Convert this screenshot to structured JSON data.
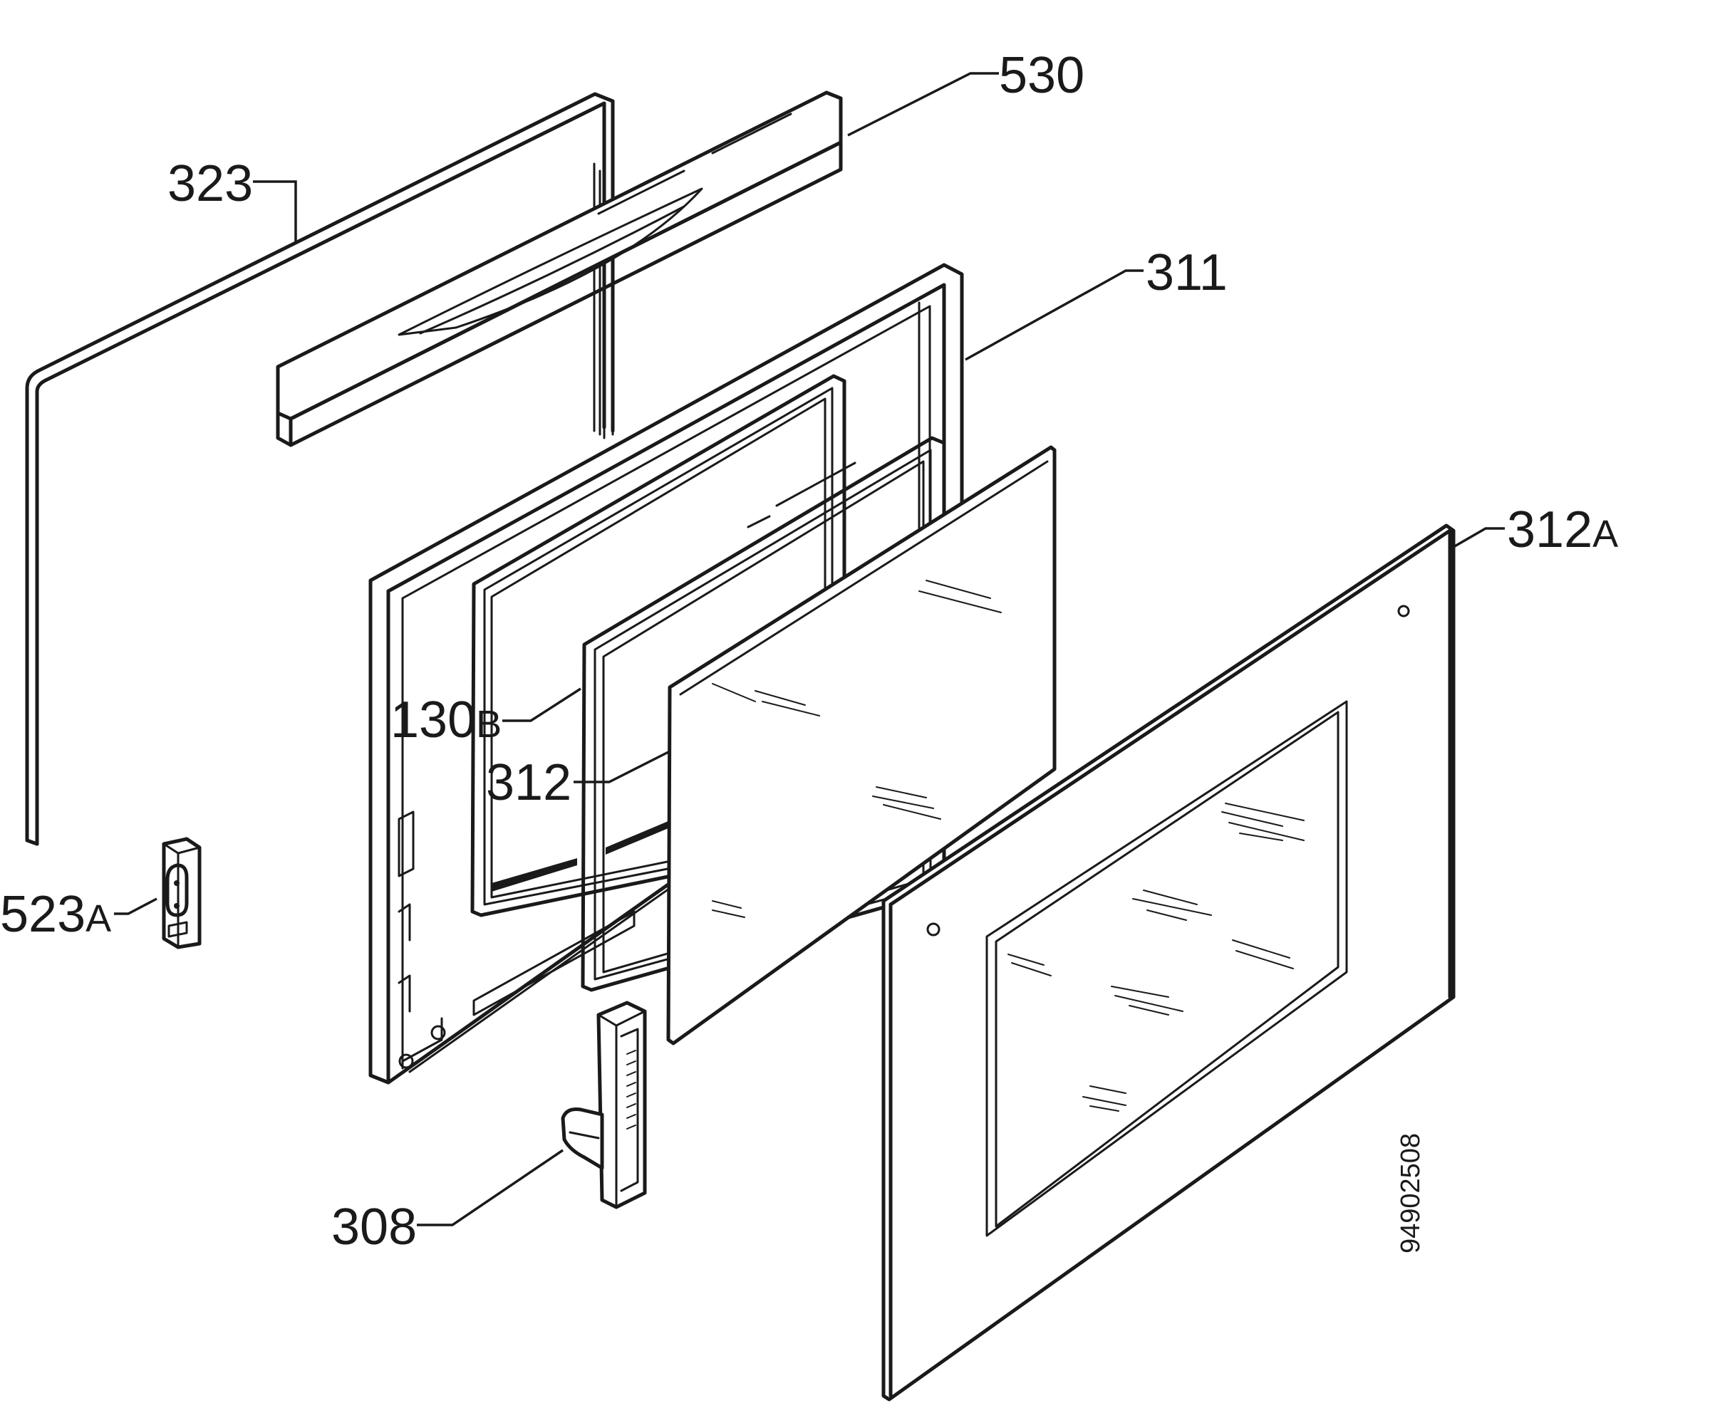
{
  "parts": [
    {
      "id": "part-323",
      "number": "323",
      "suffix": ""
    },
    {
      "id": "part-530",
      "number": "530",
      "suffix": ""
    },
    {
      "id": "part-311",
      "number": "311",
      "suffix": ""
    },
    {
      "id": "part-312a",
      "number": "312",
      "suffix": "A"
    },
    {
      "id": "part-130b",
      "number": "130",
      "suffix": "B"
    },
    {
      "id": "part-312",
      "number": "312",
      "suffix": ""
    },
    {
      "id": "part-523a",
      "number": "523",
      "suffix": "A"
    },
    {
      "id": "part-308",
      "number": "308",
      "suffix": ""
    }
  ],
  "drawing_code": "94902508"
}
